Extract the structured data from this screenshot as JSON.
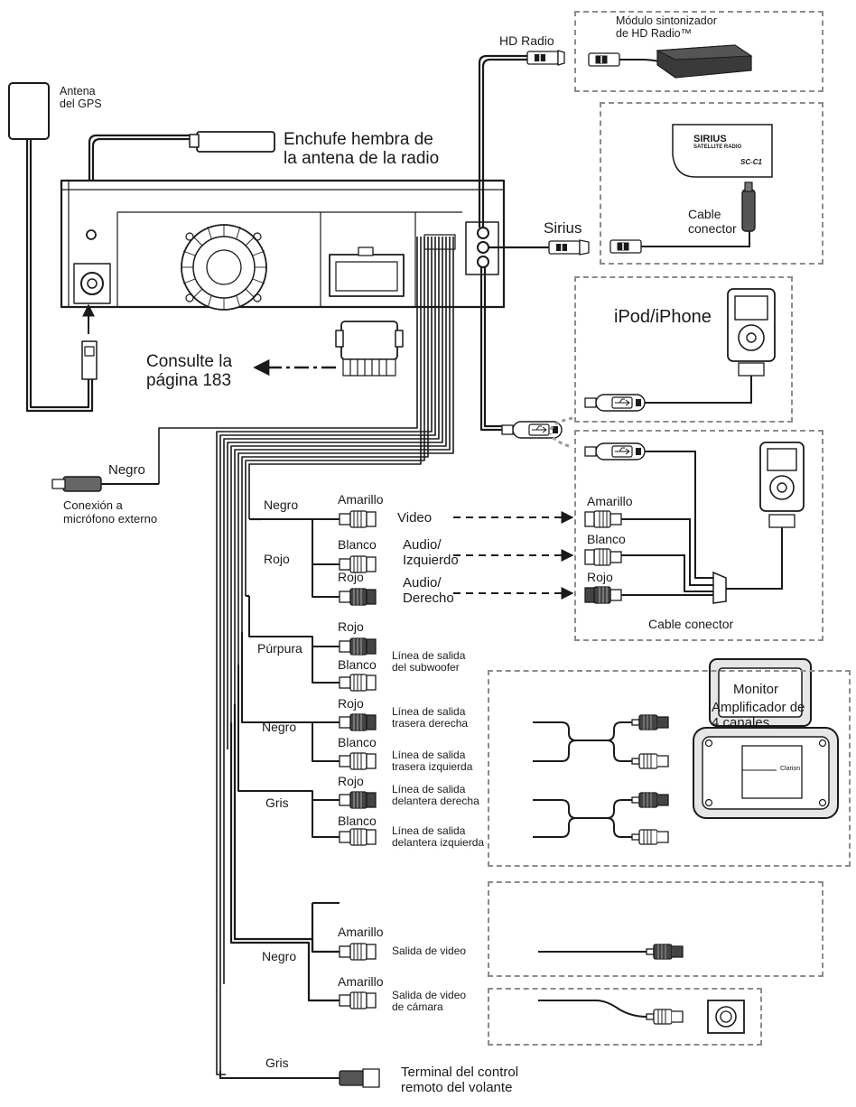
{
  "colors": {
    "ink": "#1a1a1a",
    "dashed_border": "#8c8c8c",
    "device_fill": "#3a3a3a",
    "panel_fill": "#e6e6e6",
    "connector_dark": "#333333"
  },
  "labels": {
    "gps_antenna": [
      "Antena",
      "del GPS"
    ],
    "radio_antenna_jack": [
      "Enchufe hembra de",
      "la antena de la radio"
    ],
    "hd_radio": "HD Radio",
    "hd_tuner_module": [
      "Módulo sintonizador",
      "de HD Radio™"
    ],
    "sirius": "Sirius",
    "sirius_logo": [
      "SIRIUS",
      "SATELLITE RADIO"
    ],
    "sirius_model": "SC-C1",
    "sirius_cable": [
      "Cable",
      "conector"
    ],
    "ipod_iphone": "iPod/iPhone",
    "see_page": [
      "Consulte la",
      "página 183"
    ],
    "ext_mic_wire": "Negro",
    "ext_mic": [
      "Conexión a",
      "micrófono externo"
    ],
    "video_group": {
      "wire": "Negro",
      "yellow_plug": "Amarillo",
      "video": "Video",
      "white_plug": "Blanco",
      "red_wire": "Rojo",
      "audio_left": [
        "Audio/",
        "Izquierdo"
      ],
      "red_plug": "Rojo",
      "audio_right": [
        "Audio/",
        "Derecho"
      ]
    },
    "av_cable": {
      "yellow": "Amarillo",
      "white": "Blanco",
      "red": "Rojo",
      "title": "Cable conector"
    },
    "subwoofer": {
      "wire": "Púrpura",
      "red": "Rojo",
      "white": "Blanco",
      "desc": [
        "Línea de salida",
        "del subwoofer"
      ]
    },
    "rear": {
      "wire": "Negro",
      "red": "Rojo",
      "red_desc": [
        "Línea de salida",
        "trasera derecha"
      ],
      "white": "Blanco",
      "white_desc": [
        "Línea de salida",
        "trasera izquierda"
      ]
    },
    "front": {
      "wire": "Gris",
      "red": "Rojo",
      "red_desc": [
        "Línea de salida",
        "delantera derecha"
      ],
      "white": "Blanco",
      "white_desc": [
        "Línea de salida",
        "delantera izquierda"
      ]
    },
    "amplifier": [
      "Amplificador de",
      "4 canales"
    ],
    "amp_brand": "Clarion",
    "video_out": {
      "wire": "Negro",
      "yellow1": "Amarillo",
      "out1": "Salida de video",
      "yellow2": "Amarillo",
      "out2": [
        "Salida de video",
        "de cámara"
      ]
    },
    "monitor": "Monitor",
    "steering": {
      "wire": "Gris",
      "desc": [
        "Terminal del control",
        "remoto del volante"
      ]
    }
  }
}
